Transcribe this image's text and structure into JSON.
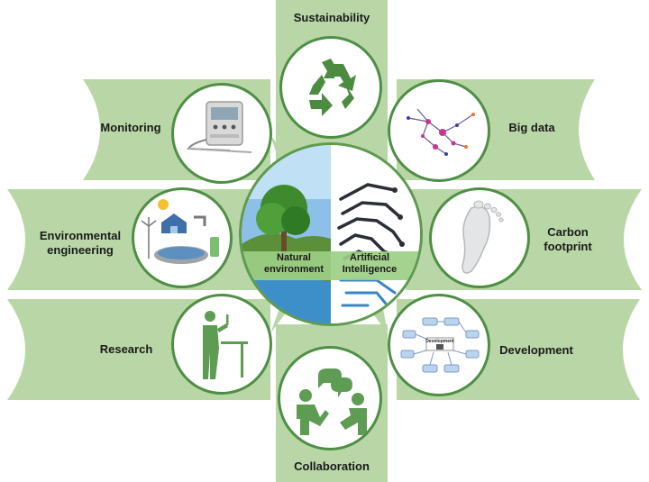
{
  "center": {
    "left_label": "Natural environment",
    "right_label": "Artificial Intelligence"
  },
  "spokes": {
    "sustainability": "Sustainability",
    "monitoring": "Monitoring",
    "big_data": "Big data",
    "env_engineering": "Environmental engineering",
    "carbon": "Carbon footprint",
    "research": "Research",
    "development": "Development",
    "collaboration": "Collaboration",
    "dev_mini_node": "Development"
  },
  "colors": {
    "band": "#b8d6a5",
    "circle_border": "#4f8f45",
    "icon_green": "#5e9c54"
  },
  "icons": [
    "recycle-icon",
    "thermometer-device-icon",
    "network-graph-icon",
    "house-turbine-plant-icon",
    "footprint-icon",
    "researcher-icon",
    "flowchart-icon",
    "collaboration-people-icon"
  ]
}
